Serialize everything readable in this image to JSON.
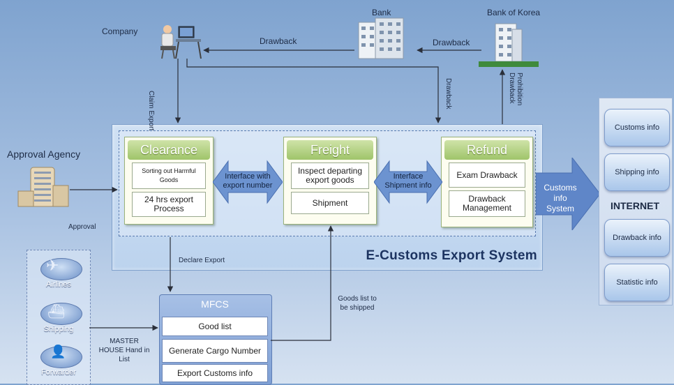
{
  "nodes": {
    "company": "Company",
    "bank": "Bank",
    "bank_of_korea": "Bank of Korea",
    "approval_agency": "Approval Agency",
    "approval": "Approval"
  },
  "flows": {
    "drawback_1": "Drawback",
    "drawback_2": "Drawback",
    "claim_export": "Claim Export",
    "drawback_vertical": "Drawback",
    "prohibition_drawback": "Prohibition Drawback",
    "declare_export": "Declare Export",
    "goods_list": "Goods list to be shipped",
    "master_house": "MASTER HOUSE Hand in List"
  },
  "system": {
    "title": "E-Customs Export System",
    "modules": [
      {
        "name": "Clearance",
        "items": [
          "Sorting out Harmful Goods",
          "24 hrs export Process"
        ]
      },
      {
        "name": "Freight",
        "items": [
          "Inspect departing export goods",
          "Shipment"
        ]
      },
      {
        "name": "Refund",
        "items": [
          "Exam Drawback",
          "Drawback Management"
        ]
      }
    ],
    "interfaces": [
      "Interface with export number",
      "Interface Shipment info"
    ],
    "customs_info_system": "Customs info System"
  },
  "internet": {
    "label": "INTERNET",
    "items": [
      "Customs info",
      "Shipping info",
      "Drawback info",
      "Statistic info"
    ]
  },
  "mfcs": {
    "title": "MFCS",
    "items": [
      "Good list",
      "Generate Cargo Number",
      "Export Customs info"
    ]
  },
  "parties": [
    "Airlines",
    "Shipping",
    "Forwarder"
  ],
  "colors": {
    "module_header": "#9fc46a",
    "arrow_blue": "#5f86c8",
    "background": "#7fa3cf"
  }
}
